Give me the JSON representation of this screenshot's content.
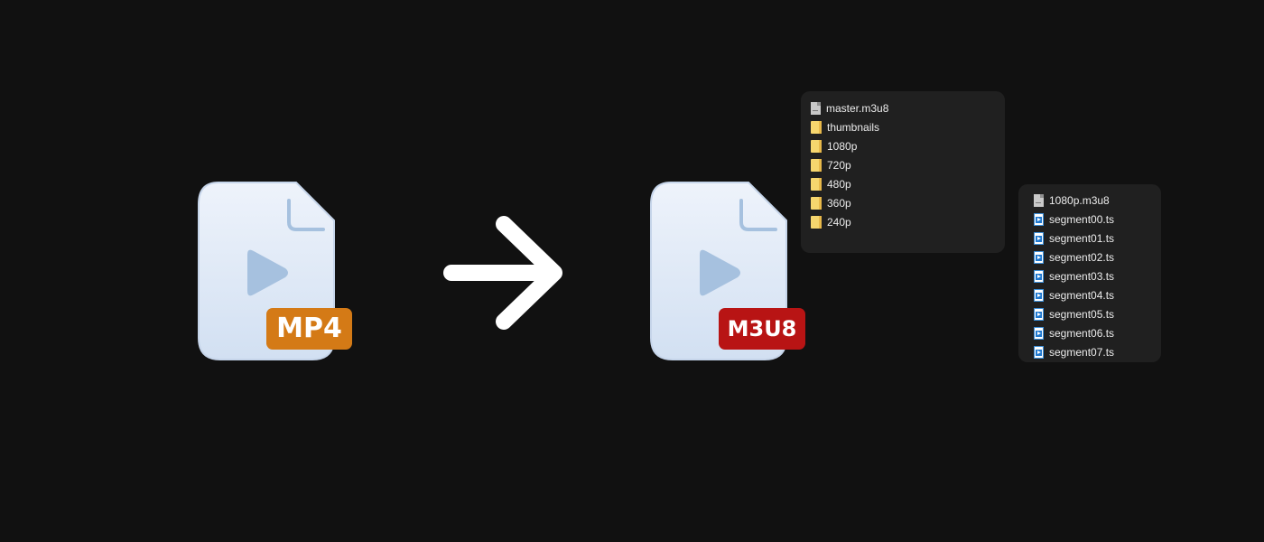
{
  "source_format": {
    "label": "MP4",
    "badge_color": "#d47a16",
    "icon": "video-file-icon"
  },
  "arrow": {
    "icon": "arrow-right-icon",
    "color": "#ffffff"
  },
  "target_format": {
    "label": "M3U8",
    "badge_color": "#b81414",
    "icon": "video-file-icon"
  },
  "root_folder": {
    "items": [
      {
        "name": "master.m3u8",
        "icon": "playlist-file-icon"
      },
      {
        "name": "thumbnails",
        "icon": "folder-icon"
      },
      {
        "name": "1080p",
        "icon": "folder-icon"
      },
      {
        "name": "720p",
        "icon": "folder-icon"
      },
      {
        "name": "480p",
        "icon": "folder-icon"
      },
      {
        "name": "360p",
        "icon": "folder-icon"
      },
      {
        "name": "240p",
        "icon": "folder-icon"
      }
    ]
  },
  "variant_folder": {
    "items": [
      {
        "name": "1080p.m3u8",
        "icon": "playlist-file-icon"
      },
      {
        "name": "segment00.ts",
        "icon": "video-segment-icon"
      },
      {
        "name": "segment01.ts",
        "icon": "video-segment-icon"
      },
      {
        "name": "segment02.ts",
        "icon": "video-segment-icon"
      },
      {
        "name": "segment03.ts",
        "icon": "video-segment-icon"
      },
      {
        "name": "segment04.ts",
        "icon": "video-segment-icon"
      },
      {
        "name": "segment05.ts",
        "icon": "video-segment-icon"
      },
      {
        "name": "segment06.ts",
        "icon": "video-segment-icon"
      },
      {
        "name": "segment07.ts",
        "icon": "video-segment-icon"
      }
    ]
  }
}
